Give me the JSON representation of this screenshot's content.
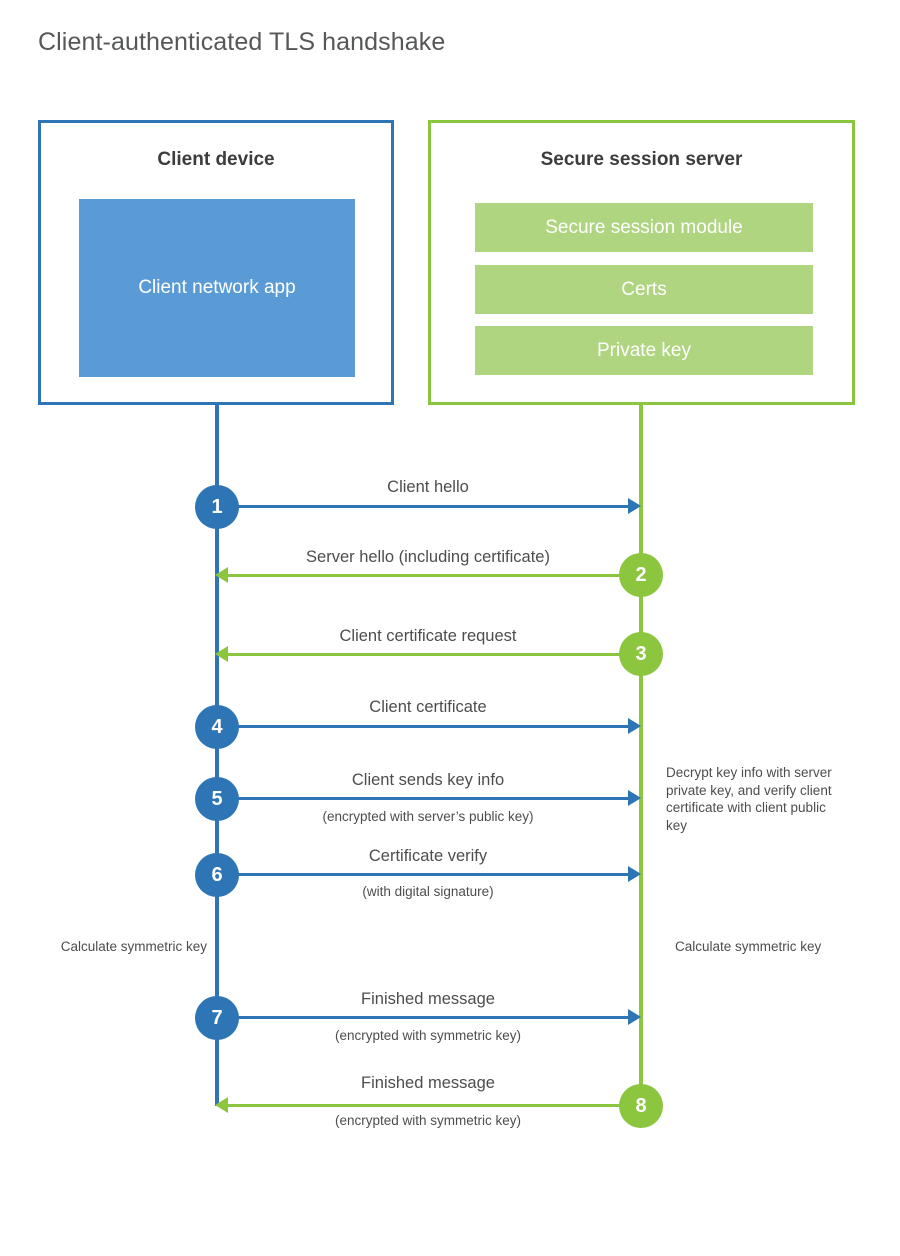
{
  "title": "Client-authenticated TLS handshake",
  "colors": {
    "client_blue": "#2E75B6",
    "client_app_fill": "#5B9BD5",
    "server_green": "#8CC63E",
    "server_bar_fill": "#AFD580",
    "text": "#4d4d4d",
    "title_text": "#555759",
    "background": "#ffffff"
  },
  "actors": {
    "client": {
      "title": "Client device",
      "app_label": "Client network app"
    },
    "server": {
      "title": "Secure session server",
      "components": [
        "Secure session module",
        "Certs",
        "Private key"
      ]
    }
  },
  "messages": [
    {
      "step": "1",
      "label": "Client hello",
      "sublabel": "",
      "direction": "client-to-server",
      "color": "blue"
    },
    {
      "step": "2",
      "label": "Server hello (including certificate)",
      "sublabel": "",
      "direction": "server-to-client",
      "color": "green"
    },
    {
      "step": "3",
      "label": "Client certificate request",
      "sublabel": "",
      "direction": "server-to-client",
      "color": "green"
    },
    {
      "step": "4",
      "label": "Client certificate",
      "sublabel": "",
      "direction": "client-to-server",
      "color": "blue"
    },
    {
      "step": "5",
      "label": "Client sends key info",
      "sublabel": "(encrypted with server’s public key)",
      "direction": "client-to-server",
      "color": "blue"
    },
    {
      "step": "6",
      "label": "Certificate verify",
      "sublabel": "(with digital signature)",
      "direction": "client-to-server",
      "color": "blue"
    },
    {
      "step": "7",
      "label": "Finished message",
      "sublabel": "(encrypted with symmetric key)",
      "direction": "client-to-server",
      "color": "blue"
    },
    {
      "step": "8",
      "label": "Finished message",
      "sublabel": "(encrypted with symmetric key)",
      "direction": "server-to-client",
      "color": "green"
    }
  ],
  "notes": {
    "server_decrypt": "Decrypt key info with server private key, and verify client certificate with client public key",
    "client_calculate": "Calculate symmetric key",
    "server_calculate": "Calculate symmetric key"
  }
}
